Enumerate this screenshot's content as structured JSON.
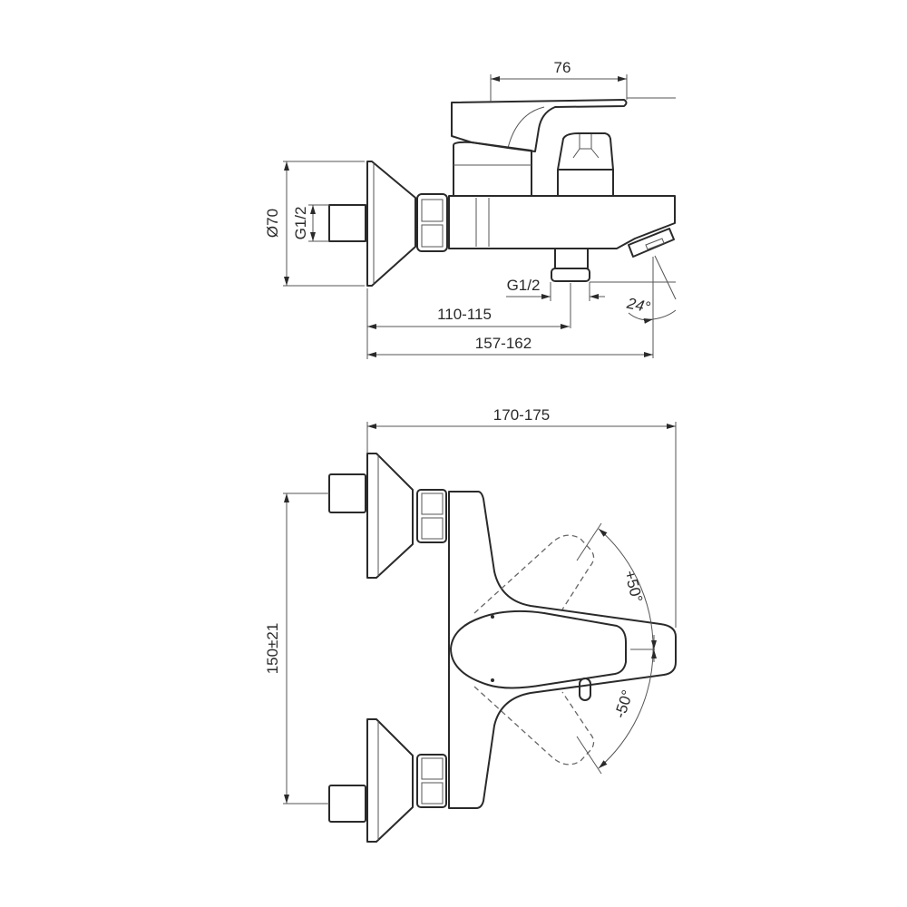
{
  "side_view": {
    "dim_lever_length": "76",
    "dim_flange_diameter": "Ø70",
    "dim_inlet_thread": "G1/2",
    "dim_outlet_thread": "G1/2",
    "dim_spout_angle": "24°",
    "dim_outlet_distance": "110-115",
    "dim_spout_reach": "157-162"
  },
  "top_view": {
    "dim_total_depth": "170-175",
    "dim_inlet_spacing": "150±21",
    "dim_lever_plus": "+50°",
    "dim_lever_minus": "-50°"
  }
}
